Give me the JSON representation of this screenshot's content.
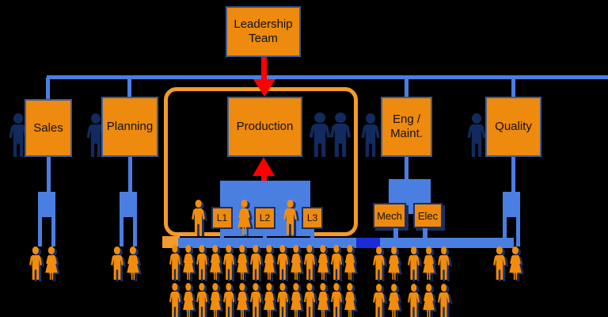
{
  "diagram": {
    "leadership": {
      "label": "Leadership Team"
    },
    "departments": [
      {
        "name": "sales",
        "label": "Sales"
      },
      {
        "name": "planning",
        "label": "Planning"
      },
      {
        "name": "production",
        "label": "Production"
      },
      {
        "name": "eng_maint",
        "label": "Eng / Maint."
      },
      {
        "name": "quality",
        "label": "Quality"
      }
    ],
    "production_shift_levels": [
      {
        "label": "L1"
      },
      {
        "label": "L2"
      },
      {
        "label": "L3"
      }
    ],
    "maintenance_trades": [
      {
        "label": "Mech"
      },
      {
        "label": "Elec"
      }
    ],
    "colors": {
      "background": "#000000",
      "box_fill": "#EE8A0D",
      "box_border": "#3E5C9A",
      "connector_blue": "#4A7FE1",
      "navy_silhouette": "#122A5E",
      "person_orange": "#F28C0C",
      "person_shadow_navy": "#1A2F66",
      "red_arrow": "#FF0000",
      "production_outline_orange": "#F49B2A",
      "royal_band_segment": "#1C2BD8"
    },
    "staff_groups": {
      "sales-team": [
        "m",
        "f"
      ],
      "planning-team": [
        "m",
        "f"
      ],
      "quality-team": [
        "m",
        "f"
      ],
      "lead-l1": [
        "m"
      ],
      "lead-l2": [
        "f"
      ],
      "lead-l3": [
        "m"
      ],
      "operators-row-1": [
        "m",
        "f",
        "m",
        "f",
        "m",
        "f",
        "m",
        "f",
        "m",
        "f",
        "m",
        "f",
        "m",
        "f"
      ],
      "operators-row-2": [
        "m",
        "f",
        "m",
        "f",
        "m",
        "f",
        "m",
        "f",
        "m",
        "f",
        "m",
        "f",
        "m",
        "f"
      ],
      "mech-row-1": [
        "m",
        "f"
      ],
      "elec-row-1": [
        "m",
        "f",
        "m"
      ],
      "mech-row-2": [
        "m",
        "f"
      ],
      "elec-row-2": [
        "m",
        "f",
        "m"
      ],
      "backdrop-sales": [
        "n"
      ],
      "backdrop-planning": [
        "n"
      ],
      "backdrop-production": [
        "n",
        "n"
      ],
      "backdrop-eng": [
        "n"
      ],
      "backdrop-quality": [
        "n"
      ]
    }
  }
}
